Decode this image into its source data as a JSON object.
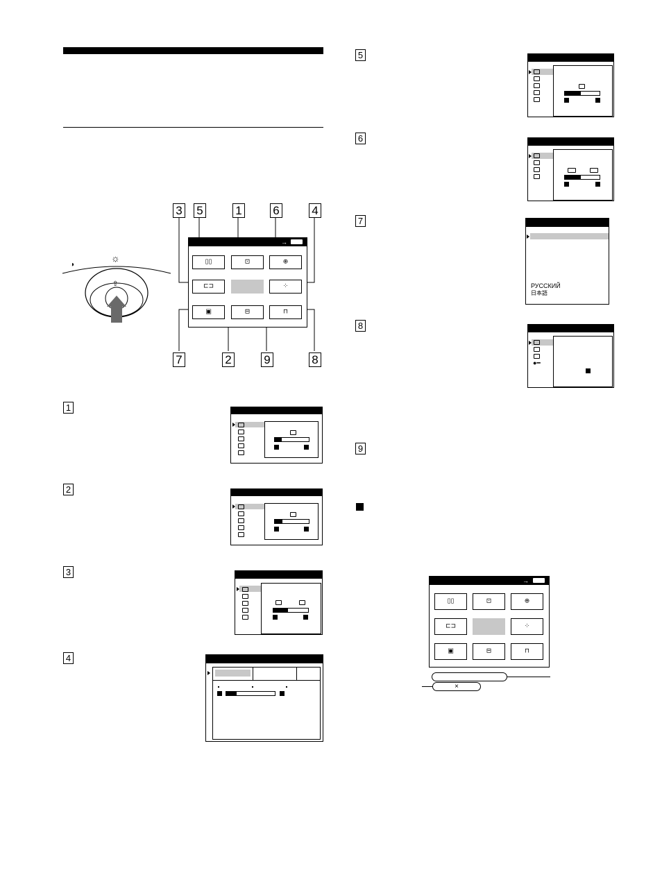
{
  "steps": {
    "s1": "1",
    "s2": "2",
    "s3": "3",
    "s4": "4",
    "s5": "5",
    "s6": "6",
    "s7": "7",
    "s8": "8",
    "s9": "9"
  },
  "callouts": [
    "3",
    "5",
    "1",
    "6",
    "4",
    "7",
    "2",
    "9",
    "8"
  ],
  "language_menu": {
    "russian": "РУССКИЙ",
    "japanese": "日本語"
  },
  "bottom_menu": {
    "close_symbol": "×"
  },
  "controls": {
    "moon_symbol": "◑",
    "sun_symbol": "☼",
    "up_symbol": "⇧"
  }
}
